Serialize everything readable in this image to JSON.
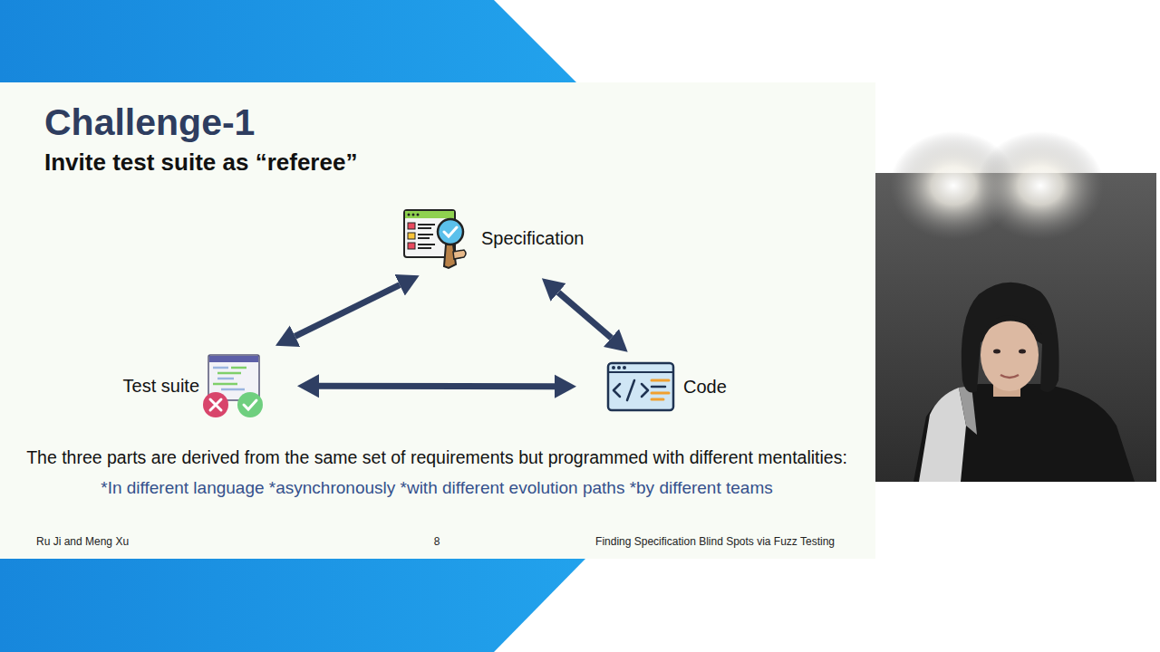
{
  "diagram": {
    "title": "Challenge-1",
    "nodes": [
      {
        "text": [
          "Specification"
        ]
      },
      {
        "text": [
          "Test suite"
        ]
      },
      {
        "text": [
          "Code"
        ]
      }
    ],
    "edges": [
      {
        "from": 1,
        "to": 0,
        "arrow": "both"
      },
      {
        "from": 0,
        "to": 2,
        "arrow": "both"
      },
      {
        "from": 1,
        "to": 2,
        "arrow": "both"
      }
    ],
    "labels": [
      "Invite test suite as “referee”",
      "The three parts are derived from the same set of requirements but programmed with different mentalities:",
      "*In different language *asynchronously *with different evolution paths *by different teams",
      "Ru Ji and Meng Xu",
      "8",
      "Finding Specification Blind Spots via Fuzz Testing"
    ]
  }
}
